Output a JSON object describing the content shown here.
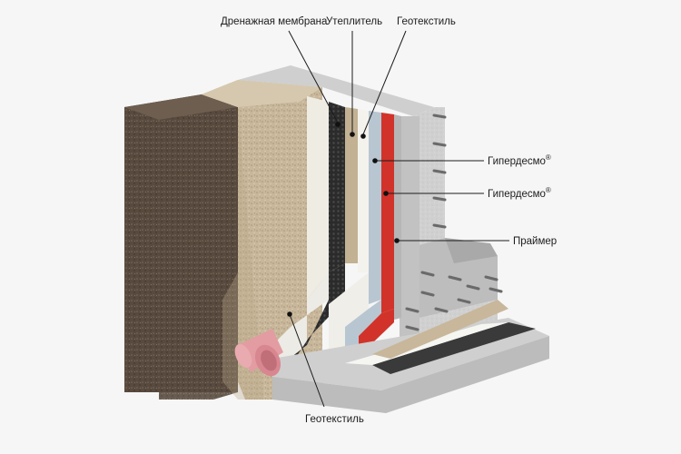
{
  "diagram": {
    "title": "Foundation waterproofing cross-section",
    "labels": {
      "drainage_membrane": "Дренажная мембрана",
      "insulation": "Утеплитель",
      "geotextile_top": "Геотекстиль",
      "hyperdesmo_1": "Гипердесмо",
      "hyperdesmo_2": "Гипердесмо",
      "registered_mark": "®",
      "primer": "Праймер",
      "geotextile_bottom": "Геотекстиль"
    },
    "colors": {
      "background": "#f6f6f6",
      "soil_dark": "#5a4a3e",
      "soil_light": "#c9b89c",
      "concrete": "#d3d3d3",
      "membrane_red": "#d2332b",
      "hyperdesmo_blue": "#b9c7d2",
      "insulation_white": "#f3f1ec",
      "drainage_black": "#2a2a2a",
      "pipe_pink": "#e39aa0"
    }
  }
}
